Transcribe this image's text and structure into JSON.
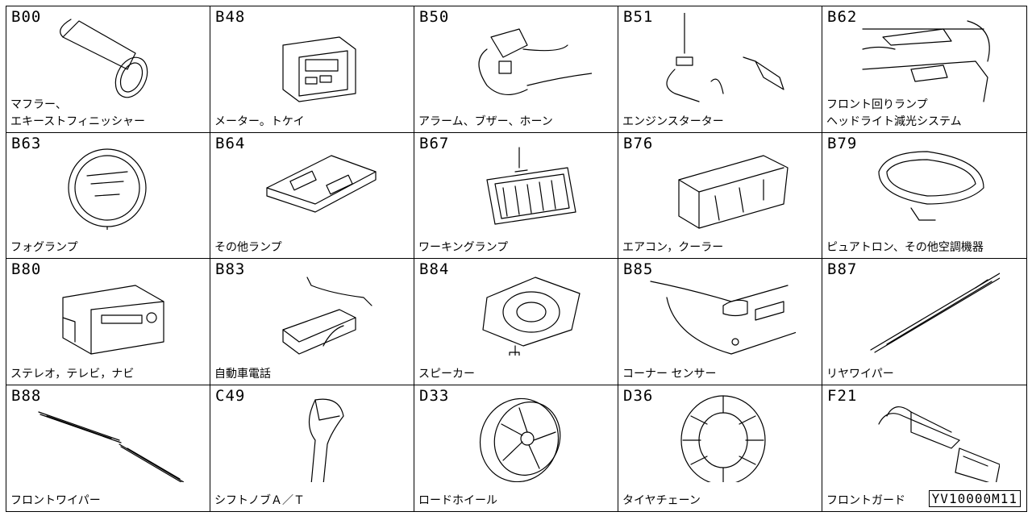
{
  "parts": [
    {
      "code": "B00",
      "caption": "マフラー、\nエキーストフィニッシャー",
      "icon": "muffler-icon"
    },
    {
      "code": "B48",
      "caption": "メーター。トケイ",
      "icon": "meter-clock-icon"
    },
    {
      "code": "B50",
      "caption": "アラーム、ブザー、ホーン",
      "icon": "alarm-horn-icon"
    },
    {
      "code": "B51",
      "caption": "エンジンスターター",
      "icon": "engine-starter-icon"
    },
    {
      "code": "B62",
      "caption": "フロント回りランプ\nヘッドライト減光システム",
      "icon": "front-lamp-icon"
    },
    {
      "code": "B63",
      "caption": "フォグランプ",
      "icon": "fog-lamp-icon"
    },
    {
      "code": "B64",
      "caption": "その他ランプ",
      "icon": "room-lamp-icon"
    },
    {
      "code": "B67",
      "caption": "ワーキングランプ",
      "icon": "working-lamp-icon"
    },
    {
      "code": "B76",
      "caption": "エアコン，クーラー",
      "icon": "air-conditioner-icon"
    },
    {
      "code": "B79",
      "caption": "ピュアトロン、その他空調機器",
      "icon": "air-purifier-icon"
    },
    {
      "code": "B80",
      "caption": "ステレオ，テレビ，ナビ",
      "icon": "stereo-icon"
    },
    {
      "code": "B83",
      "caption": "自動車電話",
      "icon": "car-phone-icon"
    },
    {
      "code": "B84",
      "caption": "スピーカー",
      "icon": "speaker-icon"
    },
    {
      "code": "B85",
      "caption": "コーナー センサー",
      "icon": "corner-sensor-icon"
    },
    {
      "code": "B87",
      "caption": "リヤワイパー",
      "icon": "rear-wiper-icon"
    },
    {
      "code": "B88",
      "caption": "フロントワイパー",
      "icon": "front-wiper-icon"
    },
    {
      "code": "C49",
      "caption": "シフトノブＡ／Ｔ",
      "icon": "shift-knob-icon"
    },
    {
      "code": "D33",
      "caption": "ロードホイール",
      "icon": "road-wheel-icon"
    },
    {
      "code": "D36",
      "caption": "タイヤチェーン",
      "icon": "tire-chain-icon"
    },
    {
      "code": "F21",
      "caption": "フロントガード",
      "icon": "front-guard-icon"
    }
  ],
  "reference_code": "YV10000M11"
}
